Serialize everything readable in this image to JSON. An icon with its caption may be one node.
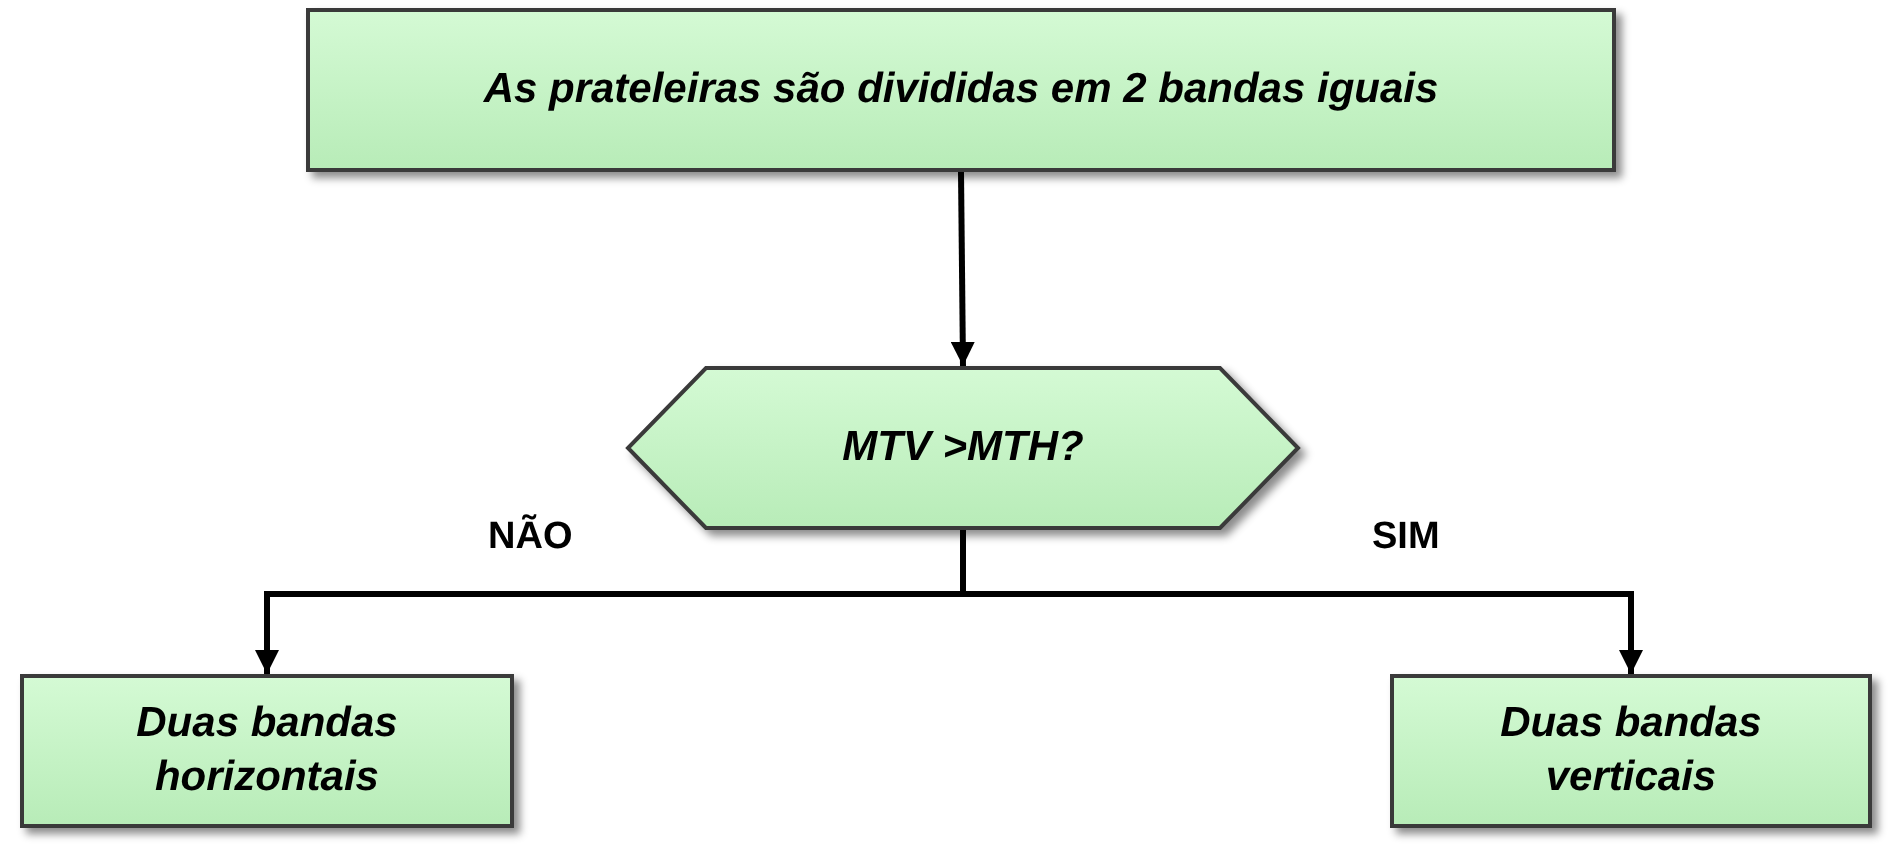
{
  "diagram": {
    "nodes": [
      {
        "text": [
          "As prateleiras são divididas em 2 bandas iguais"
        ]
      },
      {
        "text": [
          "MTV >MTH?"
        ]
      },
      {
        "text": [
          "Duas bandas horizontais"
        ]
      },
      {
        "text": [
          "Duas bandas verticais"
        ]
      }
    ],
    "edges": [
      {
        "from": 0,
        "to": 1,
        "arrow": "to"
      },
      {
        "from": 1,
        "to": 2,
        "arrow": "to",
        "label": "NÃO"
      },
      {
        "from": 1,
        "to": 3,
        "arrow": "to",
        "label": "SIM"
      }
    ]
  }
}
